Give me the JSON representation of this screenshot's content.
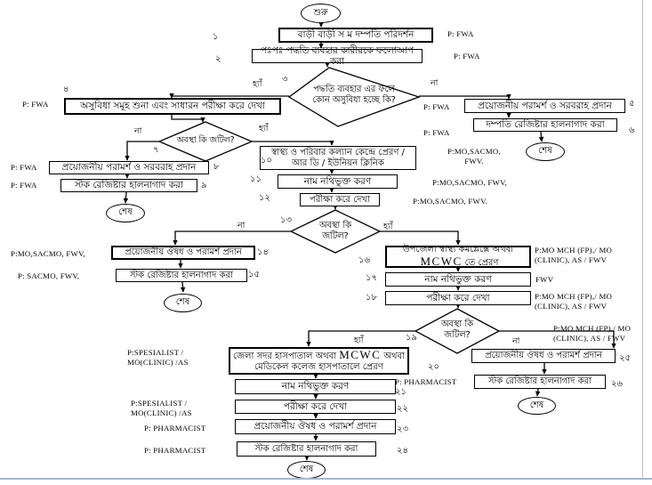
{
  "colors": {
    "line": "#000000",
    "page_edge_right": "#bdbdbd",
    "page_edge_bottom": "#a7b8cf"
  },
  "labels": {
    "start": "শুরু",
    "end": "শেষ",
    "yes": "হ্যাঁ",
    "no": "না"
  },
  "steps": {
    "s1": {
      "num": "১",
      "text": "বাড়ী বাড়ী  স ম দম্পতি পরিদর্শন",
      "performer": "P: FWA"
    },
    "s2": {
      "num": "২",
      "text": "পঃপঃ পদ্ধতি ব্যবহার কারীরকে ফলোআপ করা",
      "performer": "P: FWA"
    },
    "s3": {
      "num": "৩",
      "text": "পদ্ধতি ব্যবহার এর ফলে\nকোন অসুবিধা হচ্ছে কি?"
    },
    "s4": {
      "num": "৪",
      "text": "অসুবিধা সমূহ শুনা  এবং সাধারন পরীক্ষা করে দেখা",
      "performer": "P: FWA"
    },
    "s5": {
      "num": "৫",
      "text": "প্রয়োজনীয় পরামর্শ ও সরবরাহ প্রদান",
      "performer": "P: FWA"
    },
    "s6": {
      "num": "৬",
      "text": "দম্পতি রেজিষ্টার হালনাগাদ করা",
      "performer": "P: FWA"
    },
    "s7": {
      "num": "৭",
      "text": "অবস্থা কি জটিল?"
    },
    "s8": {
      "num": "৮",
      "text": "প্রয়োজনীয় পরামর্শ ও সরবরাহ প্রদান",
      "performer": "P: FWA"
    },
    "s9": {
      "num": "৯",
      "text": "স্টক রেজিষ্টার হালনাগাদ করা",
      "performer": "P: FWA"
    },
    "s10": {
      "num": "১০",
      "text": "স্বাস্থ্য ও পরিবার কল্যান কেন্দ্রে প্রেরণ /\nআর ডি / ইউনিয়ন ক্লিনিক",
      "performer": "P:MO,SACMO,\nFWV."
    },
    "s11": {
      "num": "১১",
      "text": "নাম নথিভুক্ত করণ",
      "performer": "P:MO,SACMO, FWV,"
    },
    "s12": {
      "num": "১২",
      "text": "পরীক্ষা করে দেখা",
      "performer": "P:MO,SACMO, FWV."
    },
    "s13": {
      "num": "১৩",
      "text": "অবস্থা কি\nজটিল?"
    },
    "s14": {
      "num": "১৪",
      "text": "প্রয়োজনীয় ঔষধ ও পরামর্শ প্রদান",
      "performer": "P:MO,SACMO, FWV,"
    },
    "s15": {
      "num": "১৫",
      "text": "স্টক রেজিষ্টার হালনাগাদ করা",
      "performer": "P: SACMO, FWV,"
    },
    "s16": {
      "num": "১৬",
      "t1": "উপজেলা স্বাস্থ্য কমপ্লেক্সে অথবা",
      "en": "MCWC",
      "t2": "তে প্রেরণ",
      "performer": "P:MO MCH (FP),/ MO\n(CLINIC), AS / FWV"
    },
    "s17": {
      "num": "১৭",
      "text": "নাম নথিভুক্ত করণ",
      "performer": "FWV"
    },
    "s18": {
      "num": "১৮",
      "text": "পরীক্ষা করে দেখা",
      "performer": "P:MO MCH (FP),/ MO\n(CLINIC), AS / FWV"
    },
    "s19": {
      "num": "১৯",
      "text": "অবস্থা কি\nজটিল?"
    },
    "s20": {
      "num": "২০",
      "t1": "জেলা সদর হাসপাতাল অথবা",
      "en": "MCWC",
      "t2": "অথবা",
      "t3": "মেডিকেল কলেজ হাসপাতালে প্রেরণ",
      "performer": "P:SPESIALIST /\nMO(CLINIC) /AS"
    },
    "s21": {
      "num": "২১",
      "text": "নাম নথিভুক্ত করণ",
      "performer": "P: PHARMACIST"
    },
    "s22": {
      "num": "২২",
      "text": "পরীক্ষা করে দেখা",
      "performer": "P:SPESIALIST /\nMO(CLINIC) /AS"
    },
    "s23": {
      "num": "২৩",
      "text": "প্রয়োজনীয় ঔষধ ও পরামর্শ প্রদান",
      "performer": "P: PHARMACIST"
    },
    "s24": {
      "num": "২৪",
      "text": "স্টক রেজিষ্টার হালনাগাদ করা",
      "performer": "P: PHARMACIST"
    },
    "s25": {
      "num": "২৫",
      "text": "প্রয়োজনীয় ঔষধ ও পরামর্শ প্রদান",
      "performer": "P:MO MCH (FP),/ MO\n(CLINIC), AS / FWV"
    },
    "s26": {
      "num": "২৬",
      "text": "স্টক রেজিষ্টার হালনাগাদ করা"
    }
  }
}
